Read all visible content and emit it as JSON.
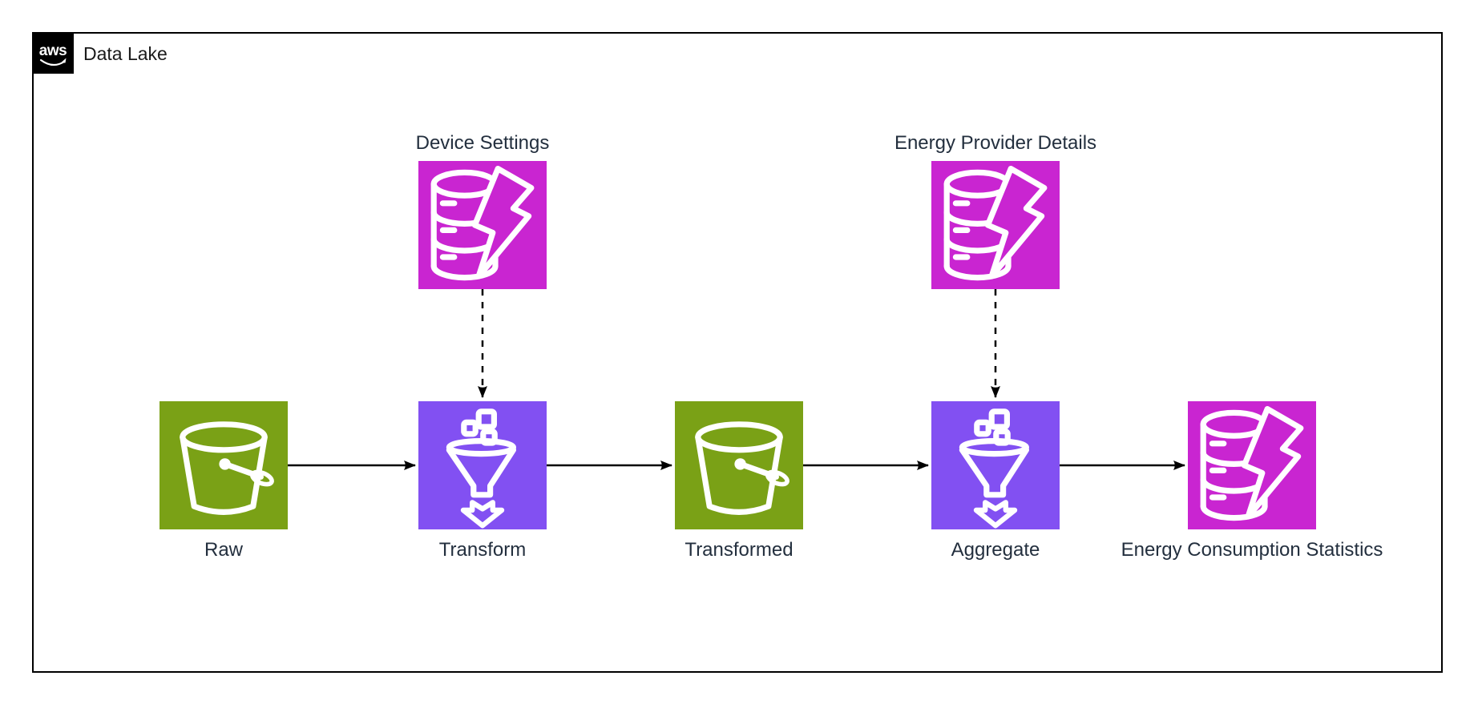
{
  "diagram": {
    "logo_text": "aws",
    "title": "Data Lake",
    "nodes": [
      {
        "id": "device-settings",
        "label": "Device Settings",
        "icon": "dynamodb-table-icon",
        "color": "#C925D1",
        "label_position": "above"
      },
      {
        "id": "energy-provider-details",
        "label": "Energy Provider Details",
        "icon": "dynamodb-table-icon",
        "color": "#C925D1",
        "label_position": "above"
      },
      {
        "id": "raw",
        "label": "Raw",
        "icon": "s3-bucket-icon",
        "color": "#7AA116",
        "label_position": "below"
      },
      {
        "id": "transform",
        "label": "Transform",
        "icon": "filter-funnel-icon",
        "color": "#8250F2",
        "label_position": "below"
      },
      {
        "id": "transformed",
        "label": "Transformed",
        "icon": "s3-bucket-icon",
        "color": "#7AA116",
        "label_position": "below"
      },
      {
        "id": "aggregate",
        "label": "Aggregate",
        "icon": "filter-funnel-icon",
        "color": "#8250F2",
        "label_position": "below"
      },
      {
        "id": "energy-consumption-statistics",
        "label": "Energy Consumption Statistics",
        "icon": "dynamodb-table-icon",
        "color": "#C925D1",
        "label_position": "below"
      }
    ],
    "edges": [
      {
        "from": "raw",
        "to": "transform",
        "style": "solid-arrow"
      },
      {
        "from": "transform",
        "to": "transformed",
        "style": "solid-arrow"
      },
      {
        "from": "transformed",
        "to": "aggregate",
        "style": "solid-arrow"
      },
      {
        "from": "aggregate",
        "to": "energy-consumption-statistics",
        "style": "solid-arrow"
      },
      {
        "from": "device-settings",
        "to": "transform",
        "style": "dashed-arrow"
      },
      {
        "from": "energy-provider-details",
        "to": "aggregate",
        "style": "dashed-arrow"
      }
    ],
    "colors": {
      "s3_green": "#7AA116",
      "dynamodb_magenta": "#C925D1",
      "filter_purple": "#8250F2",
      "edge_black": "#000000",
      "label_text": "#232F3E",
      "logo_background": "#000000"
    }
  }
}
